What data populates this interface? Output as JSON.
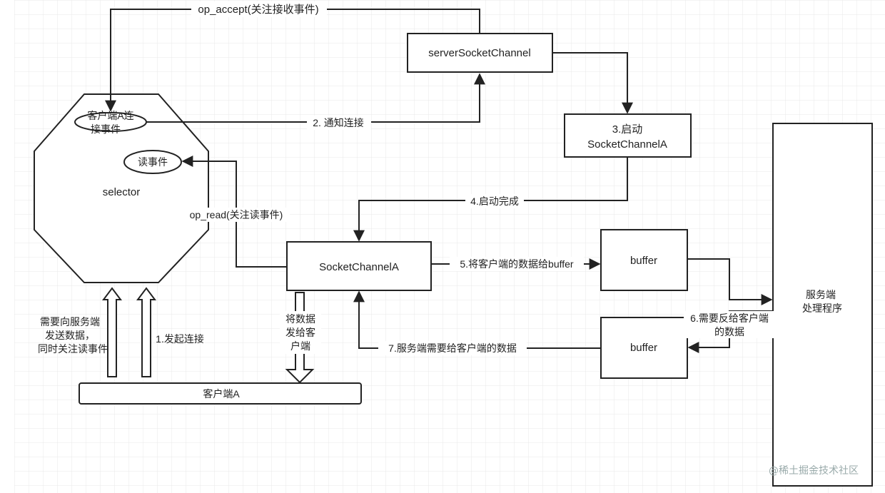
{
  "nodes": {
    "selector": "selector",
    "client_a_connect_event": [
      "客户端A连",
      "接事件"
    ],
    "read_event": "读事件",
    "server_socket_channel": "serverSocketChannel",
    "start_socket_channel_a": [
      "3.启动",
      "SocketChannelA"
    ],
    "socket_channel_a": "SocketChannelA",
    "buffer_top": "buffer",
    "buffer_bottom": "buffer",
    "server_handler": [
      "服务端",
      "处理程序"
    ],
    "client_a": "客户端A"
  },
  "edges": {
    "op_accept": "op_accept(关注接收事件)",
    "notify_connect": "2. 通知连接",
    "start_done": "4.启动完成",
    "op_read": "op_read(关注读事件)",
    "client_data_to_buffer": "5.将客户端的数据给buffer",
    "need_feedback": [
      "6.需要反给客户端",
      "的数据"
    ],
    "server_data_to_client": "7.服务端需要给客户端的数据",
    "initiate_connect": "1.发起连接",
    "client_need_send": [
      "需要向服务端",
      "发送数据，",
      "同时关注读事件"
    ],
    "send_data_to_client": [
      "将数据",
      "发给客",
      "户端"
    ]
  },
  "watermark": "@稀土掘金技术社区",
  "colors": {
    "stroke": "#222222",
    "grid": "#e6e6e6",
    "background": "#ffffff"
  }
}
